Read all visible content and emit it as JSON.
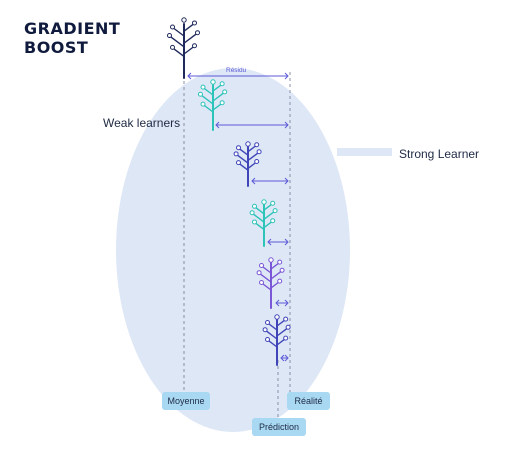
{
  "title": {
    "line1": "GRADIENT",
    "line2": "BOOST"
  },
  "labels": {
    "weak_learners": "Weak learners",
    "strong_learner": "Strong Learner",
    "residu": "Résidu"
  },
  "pills": {
    "moyenne": "Moyenne",
    "realite": "Réalité",
    "prediction": "Prédiction"
  },
  "colors": {
    "ellipse": "#dde7f6",
    "strong_bar": "#dde7f6",
    "title": "#0f1a3d",
    "arrow": "#5d5ad7",
    "pill": "#a9d8f2",
    "dash": "#8a8fa8",
    "tree_dark": "#1f2a5c",
    "tree_teal": "#2cc3b8",
    "tree_indigo": "#3f45b8",
    "tree_violet": "#7b56d6"
  },
  "icons": {
    "tree": "tree-icon",
    "arrow": "double-arrow-icon"
  }
}
